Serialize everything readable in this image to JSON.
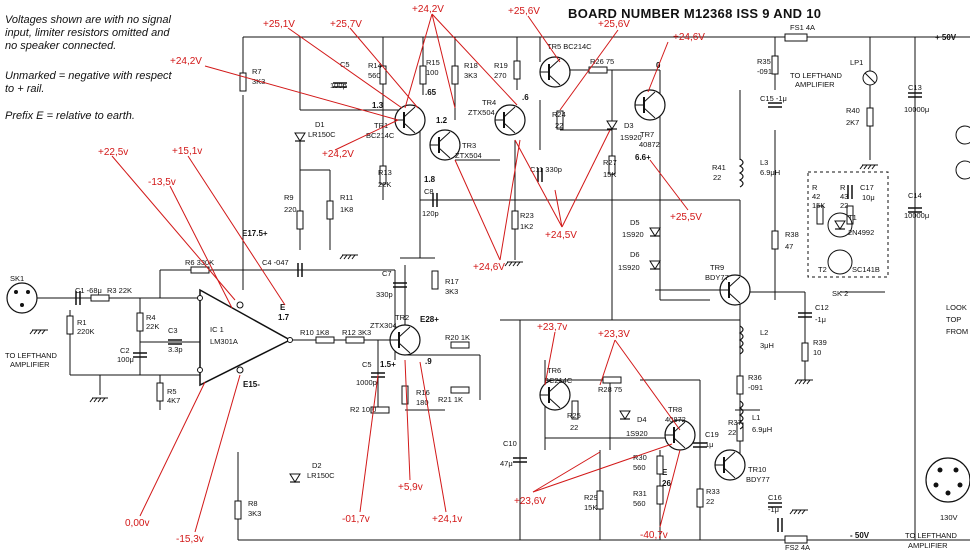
{
  "title": "BOARD NUMBER M12368 ISS 9 AND 10",
  "notes": [
    "Voltages shown are with no signal",
    "input, limiter resistors omitted and",
    "no speaker connected.",
    "",
    "Unmarked = negative with respect",
    "to + rail.",
    "",
    "Prefix E = relative to earth."
  ],
  "colors": {
    "ink": "#111111",
    "annotation": "#d21818"
  },
  "measurements": [
    {
      "id": "m-25-1",
      "text": "+25,1V"
    },
    {
      "id": "m-25-7",
      "text": "+25,7V"
    },
    {
      "id": "m-24-2-top",
      "text": "+24,2V"
    },
    {
      "id": "m-25-6a",
      "text": "+25,6V"
    },
    {
      "id": "m-25-6b",
      "text": "+25,6V"
    },
    {
      "id": "m-24-6a",
      "text": "+24,6V"
    },
    {
      "id": "m-24-2-left",
      "text": "+24,2V"
    },
    {
      "id": "m-24-2-mid",
      "text": "+24,2V"
    },
    {
      "id": "m-22-5",
      "text": "+22,5v"
    },
    {
      "id": "m-15-1",
      "text": "+15,1v"
    },
    {
      "id": "m-13-5",
      "text": "-13,5v"
    },
    {
      "id": "m-25-5",
      "text": "+25,5V"
    },
    {
      "id": "m-24-5",
      "text": "+24,5V"
    },
    {
      "id": "m-24-6b",
      "text": "+24,6V"
    },
    {
      "id": "m-23-7",
      "text": "+23,7v"
    },
    {
      "id": "m-23-3",
      "text": "+23,3V"
    },
    {
      "id": "m-0-00",
      "text": "0,00v"
    },
    {
      "id": "m-15-3",
      "text": "-15,3v"
    },
    {
      "id": "m-01-7",
      "text": "-01,7v"
    },
    {
      "id": "m-5-9",
      "text": "+5,9v"
    },
    {
      "id": "m-24-1",
      "text": "+24,1v"
    },
    {
      "id": "m-23-6",
      "text": "+23,6V"
    },
    {
      "id": "m-40-7",
      "text": "-40,7v"
    }
  ],
  "labels": {
    "sk1": "SK1",
    "to_left_1": "TO LEFTHAND",
    "to_left_1b": "AMPLIFIER",
    "c1": "C1 -68μ",
    "r3": "R3 22K",
    "r1": "R1",
    "r1v": "220K",
    "r4": "R4",
    "r4v": "22K",
    "c3": "C3",
    "c3v": "3.3p",
    "c2": "C2",
    "c2v": "100μ",
    "r5": "R5",
    "r5v": "4K7",
    "r6": "R6 330K",
    "c4": "C4 -047",
    "ic1": "IC 1",
    "ic1p": "LM301A",
    "r10": "R10 1K8",
    "r12": "R12 3K3",
    "tr2": "TR2",
    "tr2p": "ZTX304",
    "c5": "C5",
    "c5v": "1000p",
    "r2": "R2 10.0",
    "r16": "R16",
    "r16v": "180",
    "r20": "R20 1K",
    "r21": "R21 1K",
    "r17": "R17",
    "r17v": "3K3",
    "c7": "C7",
    "c7v": "330p",
    "e28": "E28+",
    "e17": "E17.5+",
    "e15": "E15-",
    "e15v": "E",
    "e17v": "1.7",
    "e15b": "1.5+",
    "e9": ".9",
    "r7": "R7",
    "r7v": "3K3",
    "d1": "D1",
    "d1p": "LR150C",
    "r9": "R9",
    "r9v": "220",
    "r11": "R11",
    "r11v": "1K8",
    "r13": "R13",
    "r13v": "22K",
    "c8": "C8",
    "c8v": "120p",
    "c5b": "C5",
    "c5bv": "100p",
    "r14": "R14",
    "r14v": "560",
    "tr1": "TR1",
    "tr1p": "BC214C",
    "v13": "1.3",
    "r15": "R15",
    "r15v": "100",
    "v65": ".65",
    "r18": "R18",
    "r18v": "3K3",
    "tr3": "TR3",
    "tr3p": "ZTX504",
    "v12": "1.2",
    "v18": "1.8",
    "tr4": "TR4",
    "tr4p": "ZTX504",
    "r19": "R19",
    "r19v": "270",
    "v6": ".6",
    "tr5": "TR5 BC214C",
    "r26": "R26 75",
    "v0": "0",
    "r24": "R24",
    "r24v": "22",
    "d3": "D3",
    "d3p": "1S920",
    "tr7": "TR7",
    "tr7p": "40872",
    "c11": "C11 330p",
    "r23": "R23",
    "r23v": "1K2",
    "r27": "R27",
    "r27v": "15K",
    "v66": "6.6+",
    "r35": "R35",
    "r35v": "-091",
    "c15": "C15 -1μ",
    "fs1": "FS1 4A",
    "to_left_2": "TO LEFTHAND",
    "to_left_2b": "AMPLIFIER",
    "lp1": "LP1",
    "r40": "R40",
    "r40v": "2K7",
    "c13": "C13",
    "c13v": "10000μ",
    "plus50": "+ 50V",
    "r41": "R41",
    "r41v": "22",
    "l3": "L3",
    "l3v": "6.9μH",
    "d5": "D5",
    "d5p": "1S920",
    "d6": "D6",
    "d6p": "1S920",
    "r38": "R38",
    "r38v": "47",
    "tr9": "TR9",
    "tr9p": "BDY77",
    "sk2": "SK 2",
    "c12": "C12",
    "c12v": "-1μ",
    "r39": "R39",
    "r39v": "10",
    "l2": "L2",
    "l2v": "3μH",
    "r42": "R",
    "r42v": "42",
    "r42w": "15K",
    "r43": "R",
    "r43v": "43",
    "r43w": "22",
    "c17": "C17",
    "c17v": "10μ",
    "t1": "T1",
    "t1p": "2N4992",
    "t2": "T2",
    "t2p": "SC141B",
    "c14": "C14",
    "c14v": "10000μ",
    "tr6": "TR6",
    "tr6p": "BC214C",
    "r28": "R28 75",
    "r25": "R25",
    "r25v": "22",
    "d4": "D4",
    "d4p": "1S920",
    "tr8": "TR8",
    "tr8p": "40872",
    "c19": "C19",
    "c19v": "1μ",
    "r37": "R37",
    "r37v": "22",
    "l1": "L1",
    "l1v": "6.9μH",
    "r36": "R36",
    "r36v": "-091",
    "c10": "C10",
    "c10v": "47μ",
    "r30": "R30",
    "r30v": "560",
    "r31": "R31",
    "r31v": "560",
    "e26": "E",
    "e26v": "26",
    "r29": "R29",
    "r29v": "15K",
    "r33": "R33",
    "r33v": "22",
    "tr10": "TR10",
    "tr10p": "BDY77",
    "c16": "C16",
    "c16v": "-1μ",
    "fs2": "FS2 4A",
    "minus50": "- 50V",
    "d2": "D2",
    "d2p": "LR150C",
    "r8": "R8",
    "r8v": "3K3",
    "to_left_3": "TO LEFTHAND",
    "to_left_3b": "AMPLIFIER",
    "sk130": "130V",
    "look": "LOOK",
    "top": "TOP",
    "from": "FROM"
  }
}
